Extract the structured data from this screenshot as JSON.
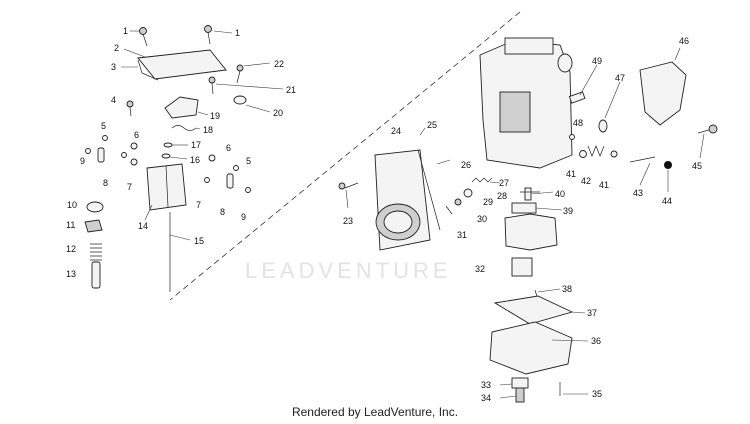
{
  "watermark": "LEADVENTURE",
  "footer": "Rendered by LeadVenture, Inc.",
  "callouts": [
    "1",
    "1",
    "2",
    "3",
    "22",
    "21",
    "20",
    "4",
    "19",
    "18",
    "5",
    "6",
    "9",
    "8",
    "7",
    "17",
    "16",
    "6",
    "5",
    "7",
    "8",
    "9",
    "14",
    "10",
    "11",
    "12",
    "13",
    "15",
    "24",
    "25",
    "26",
    "23",
    "27",
    "28",
    "29",
    "30",
    "31",
    "40",
    "39",
    "48",
    "49",
    "47",
    "46",
    "45",
    "41",
    "42",
    "41",
    "43",
    "44",
    "32",
    "38",
    "37",
    "36",
    "33",
    "34",
    "35"
  ]
}
